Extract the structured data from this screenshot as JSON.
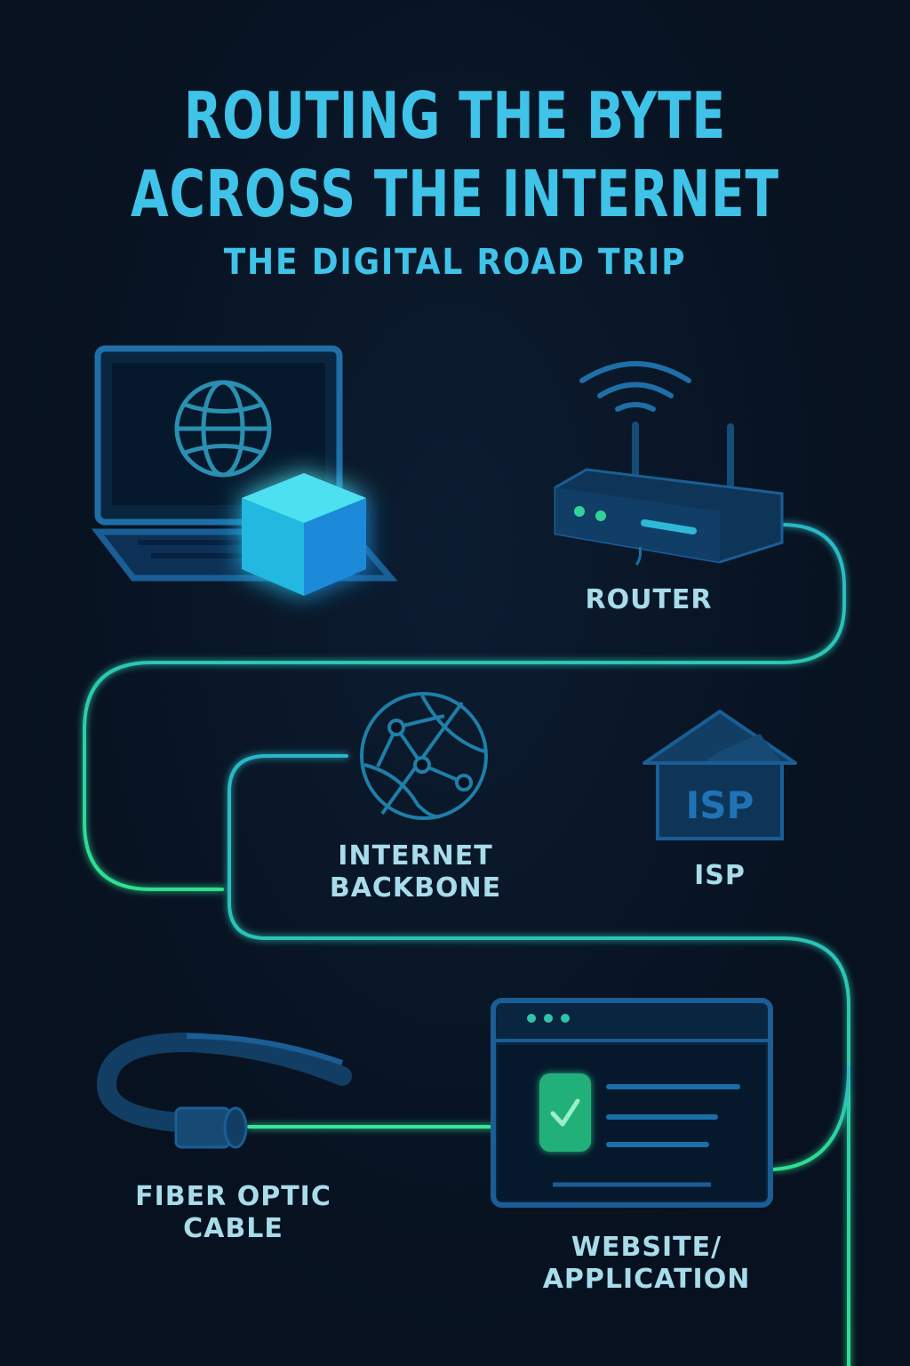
{
  "header": {
    "title_line1": "ROUTING THE BYTE",
    "title_line2": "ACROSS THE INTERNET",
    "subtitle": "THE DIGITAL ROAD TRIP"
  },
  "nodes": {
    "router": {
      "label": "ROUTER",
      "icon": "router-icon"
    },
    "backbone": {
      "label_line1": "INTERNET",
      "label_line2": "BACKBONE",
      "icon": "network-globe-icon"
    },
    "isp": {
      "label": "ISP",
      "icon_text": "ISP",
      "icon": "isp-building-icon"
    },
    "fiber": {
      "label_line1": "FIBER OPTIC",
      "label_line2": "CABLE",
      "icon": "fiber-cable-icon"
    },
    "website": {
      "label_line1": "WEBSITE/",
      "label_line2": "APPLICATION",
      "icon": "browser-check-icon"
    },
    "laptop": {
      "icon": "laptop-globe-icon"
    },
    "packet": {
      "icon": "data-cube-icon"
    }
  },
  "colors": {
    "background": "#07111f",
    "title": "#3fc3e8",
    "path": "#2fd6a0",
    "icon_blue": "#1e6fa8",
    "label": "#a8dcea"
  }
}
